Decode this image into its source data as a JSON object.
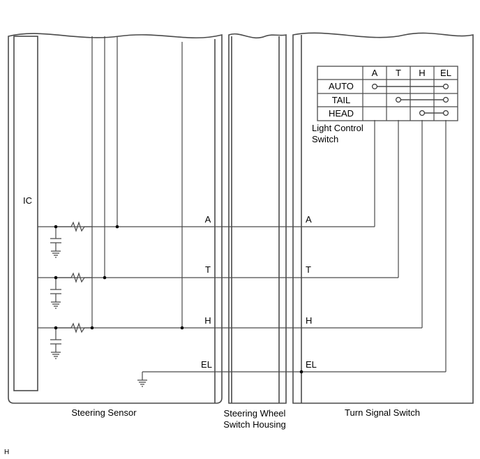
{
  "labels": {
    "ic": "IC",
    "steering_sensor": "Steering Sensor",
    "swsh_line1": "Steering Wheel",
    "swsh_line2": "Switch Housing",
    "turn_signal_switch": "Turn Signal Switch",
    "lcs_line1": "Light Control",
    "lcs_line2": "Switch",
    "corner": "H"
  },
  "signals": [
    "A",
    "T",
    "H",
    "EL"
  ],
  "switch_table": {
    "columns": [
      "A",
      "T",
      "H",
      "EL"
    ],
    "rows": [
      "AUTO",
      "TAIL",
      "HEAD"
    ]
  }
}
